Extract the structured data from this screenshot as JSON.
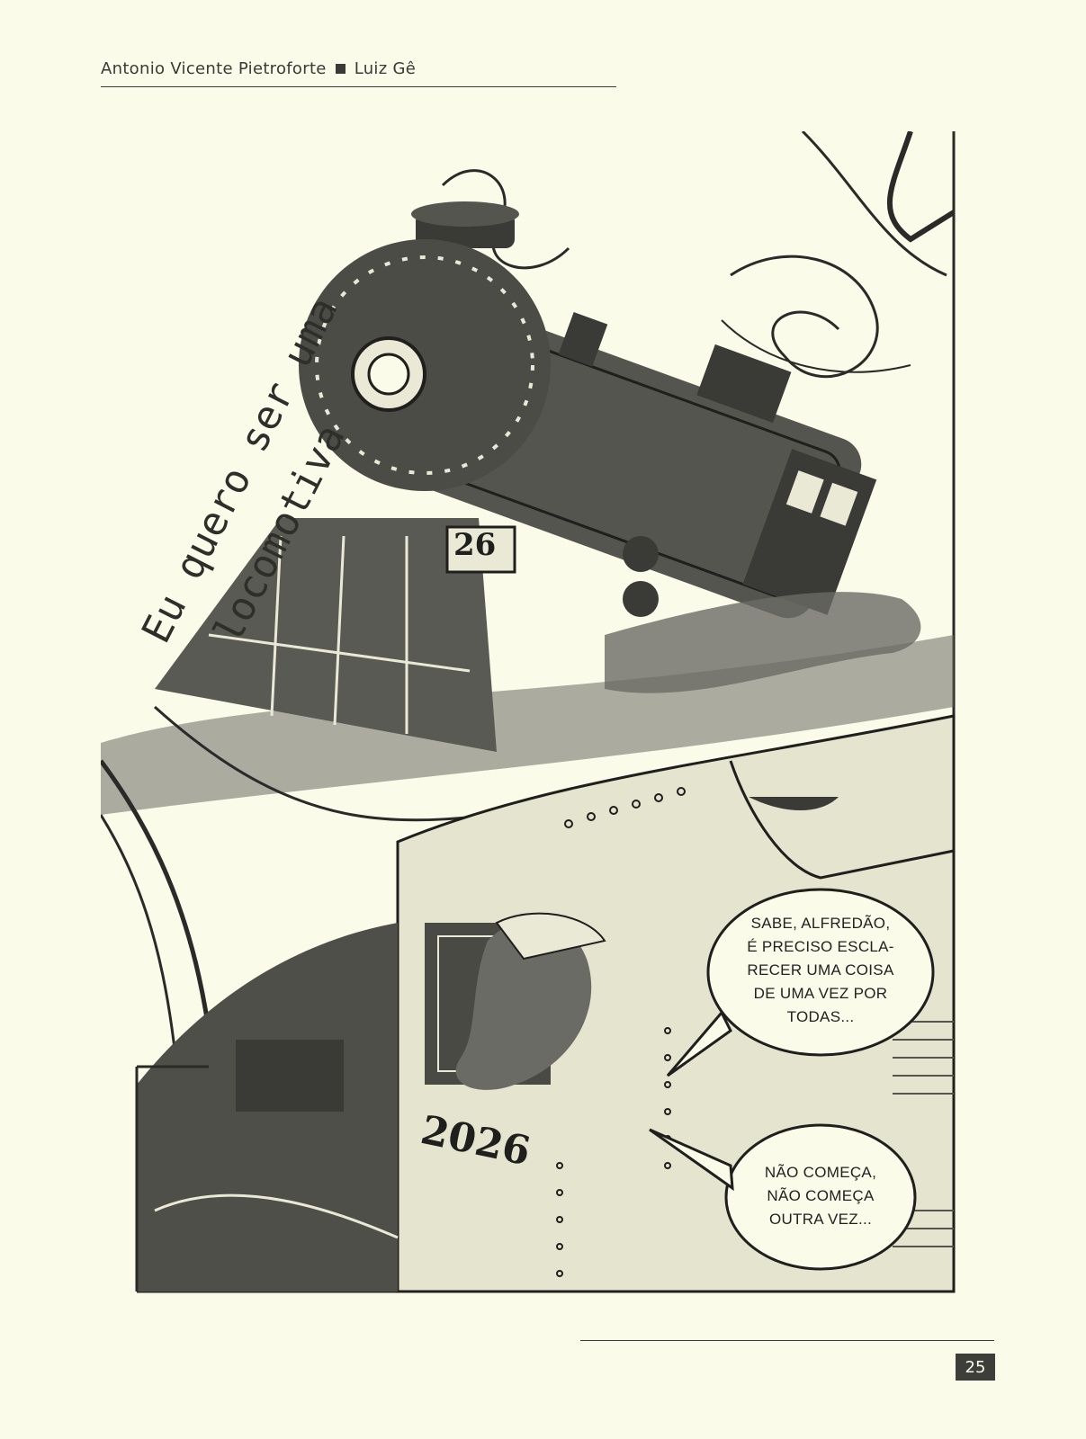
{
  "header": {
    "author_1": "Antonio Vicente Pietroforte",
    "author_2": "Luiz Gê"
  },
  "comic": {
    "title_line_1": "Eu quero ser uma",
    "title_line_2": "locomotiva",
    "locomotive_number": "26",
    "car_number": "2026",
    "speech_bubble_1": "SABE, ALFREDÃO,\nÉ PRECISO ESCLA-\nRECER UMA COISA\nDE UMA VEZ POR\nTODAS...",
    "speech_bubble_2": "NÃO COMEÇA,\nNÃO COMEÇA\nOUTRA VEZ..."
  },
  "footer": {
    "page_number": "25"
  }
}
